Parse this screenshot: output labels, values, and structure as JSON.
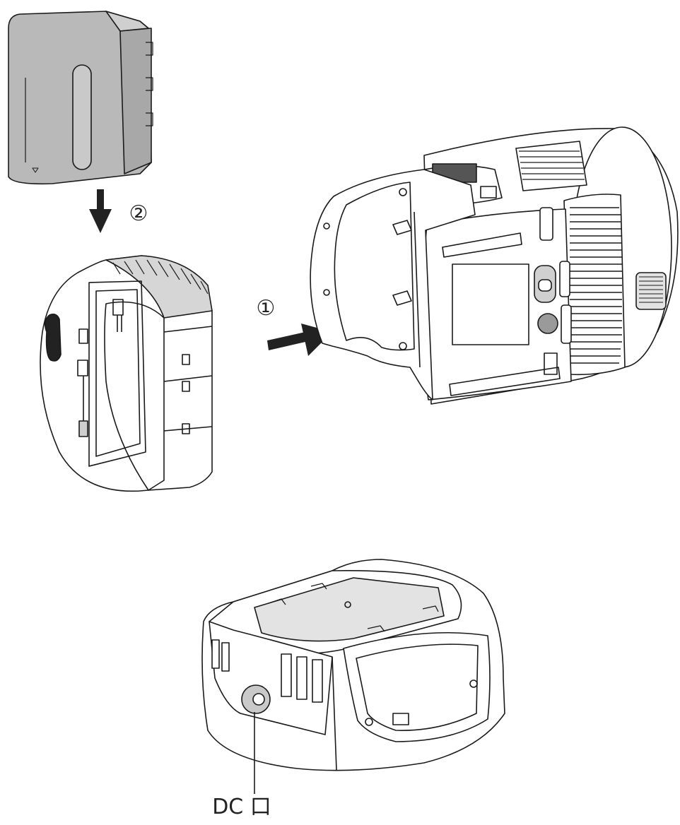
{
  "labels": {
    "step_one": "①",
    "step_two": "②",
    "dc_port": "DC 口"
  },
  "colors": {
    "line": "#1a1a1a",
    "battery_fill": "#b9b9b9",
    "shade": "#d6d6d6",
    "arrow": "#222222"
  },
  "icons": {
    "arrow_down": "arrow-down-icon",
    "arrow_right": "arrow-right-icon"
  }
}
